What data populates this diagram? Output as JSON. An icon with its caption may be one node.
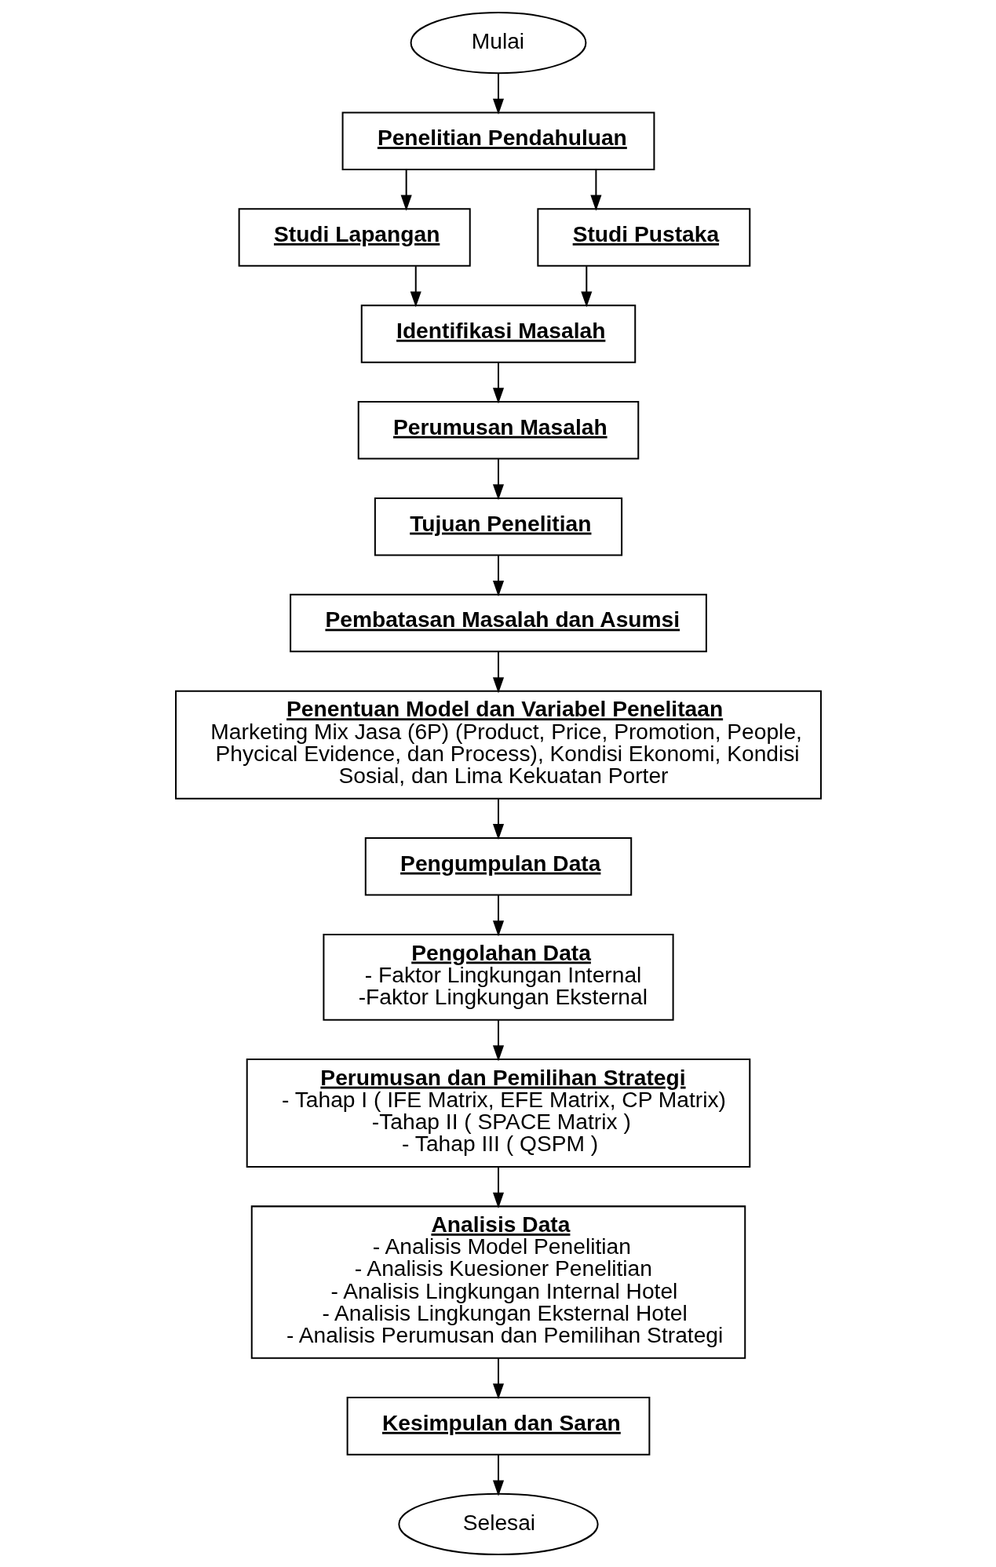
{
  "diagram": {
    "nodes": [
      {
        "text": [
          "Mulai"
        ]
      },
      {
        "text": [
          "Penelitian Pendahuluan"
        ]
      },
      {
        "text": [
          "Studi Lapangan"
        ]
      },
      {
        "text": [
          "Studi Pustaka"
        ]
      },
      {
        "text": [
          "Identifikasi Masalah"
        ]
      },
      {
        "text": [
          "Perumusan Masalah"
        ]
      },
      {
        "text": [
          "Tujuan Penelitian"
        ]
      },
      {
        "text": [
          "Pembatasan Masalah dan Asumsi"
        ]
      },
      {
        "text": [
          "Penentuan Model dan Variabel Penelitaan",
          "Marketing Mix Jasa (6P) (Product, Price, Promotion, People, Phycical Evidence, dan Process), Kondisi Ekonomi, Kondisi Sosial, dan Lima Kekuatan Porter"
        ]
      },
      {
        "text": [
          "Pengumpulan Data"
        ]
      },
      {
        "text": [
          "Pengolahan Data",
          "- Faktor Lingkungan Internal",
          "-Faktor Lingkungan Eksternal"
        ]
      },
      {
        "text": [
          "Perumusan dan Pemilihan Strategi",
          "- Tahap I ( IFE Matrix, EFE Matrix, CP Matrix)",
          "-Tahap II ( SPACE Matrix )",
          "- Tahap III ( QSPM )"
        ]
      },
      {
        "text": [
          "Analisis Data",
          "- Analisis Model Penelitian",
          "- Analisis Kuesioner Penelitian",
          "- Analisis Lingkungan Internal Hotel",
          "- Analisis Lingkungan Eksternal Hotel",
          "- Analisis Perumusan dan Pemilihan Strategi"
        ]
      },
      {
        "text": [
          "Kesimpulan dan Saran"
        ]
      },
      {
        "text": [
          "Selesai"
        ]
      }
    ],
    "edges": [
      {
        "from": 0,
        "to": 1,
        "arrow": "to"
      },
      {
        "from": 1,
        "to": 2,
        "arrow": "to"
      },
      {
        "from": 1,
        "to": 3,
        "arrow": "to"
      },
      {
        "from": 2,
        "to": 4,
        "arrow": "to"
      },
      {
        "from": 3,
        "to": 4,
        "arrow": "to"
      },
      {
        "from": 4,
        "to": 5,
        "arrow": "to"
      },
      {
        "from": 5,
        "to": 6,
        "arrow": "to"
      },
      {
        "from": 6,
        "to": 7,
        "arrow": "to"
      },
      {
        "from": 7,
        "to": 8,
        "arrow": "to"
      },
      {
        "from": 8,
        "to": 9,
        "arrow": "to"
      },
      {
        "from": 9,
        "to": 10,
        "arrow": "to"
      },
      {
        "from": 10,
        "to": 11,
        "arrow": "to"
      },
      {
        "from": 11,
        "to": 12,
        "arrow": "to"
      },
      {
        "from": 12,
        "to": 13,
        "arrow": "to"
      },
      {
        "from": 13,
        "to": 14,
        "arrow": "to"
      }
    ]
  }
}
